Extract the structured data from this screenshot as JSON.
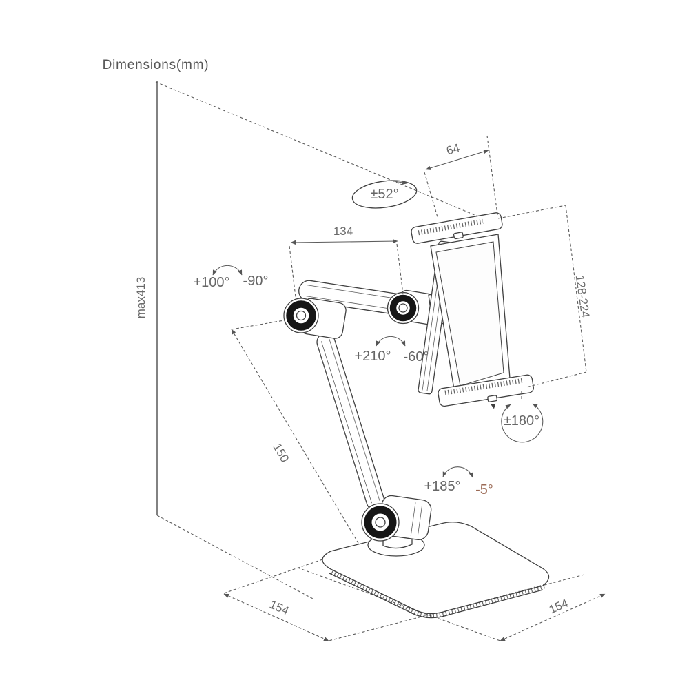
{
  "title": "Dimensions(mm)",
  "palette": {
    "line": "#3f3f3f",
    "dim_label": "#6a6a6a",
    "accent_label": "#9b6a55",
    "background": "#ffffff"
  },
  "dimensions": {
    "max_height": "max413",
    "upper_arm": "134",
    "lower_arm": "150",
    "clamp_width": "64",
    "holder_range": "128-224",
    "base_left": "154",
    "base_right": "154"
  },
  "angles": {
    "tilt": "±52°",
    "shoulder_pos": "+100°",
    "shoulder_neg": "-90°",
    "elbow_pos": "+210°",
    "elbow_neg": "-60°",
    "holder_spin": "±180°",
    "base_pos": "+185°",
    "base_neg": "-5°"
  }
}
